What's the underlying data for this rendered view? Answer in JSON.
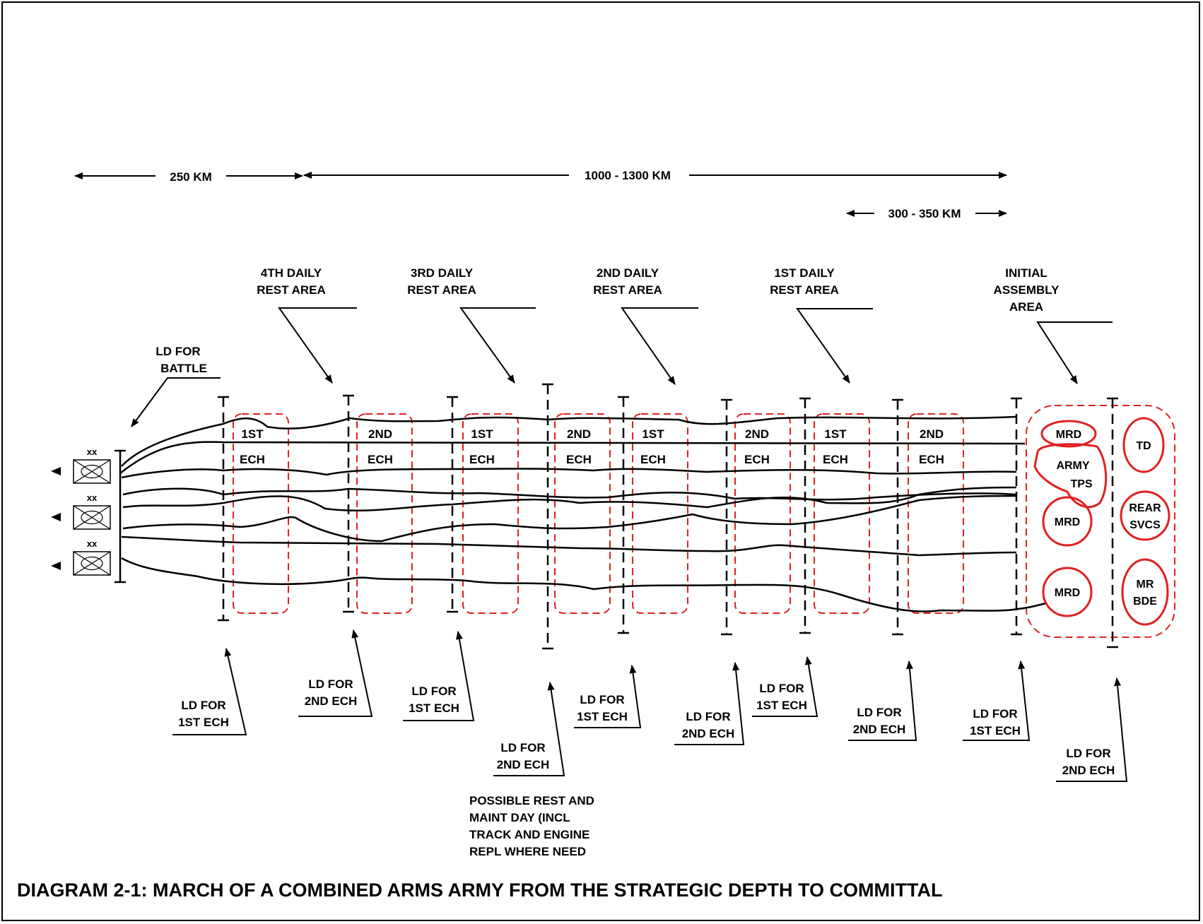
{
  "title": "DIAGRAM 2-1:  MARCH OF A COMBINED ARMS ARMY FROM THE STRATEGIC DEPTH TO COMMITTAL",
  "distances": {
    "d250": "250 KM",
    "d1000": "1000 - 1300 KM",
    "d300": "300 - 350 KM"
  },
  "rest_areas": [
    {
      "l1": "4TH DAILY",
      "l2": "REST AREA"
    },
    {
      "l1": "3RD DAILY",
      "l2": "REST AREA"
    },
    {
      "l1": "2ND DAILY",
      "l2": "REST AREA"
    },
    {
      "l1": "1ST DAILY",
      "l2": "REST AREA"
    }
  ],
  "assembly": {
    "l1": "INITIAL",
    "l2": "ASSEMBLY",
    "l3": "AREA"
  },
  "ld_battle": {
    "l1": "LD FOR",
    "l2": "BATTLE"
  },
  "echelons": [
    {
      "a": "1ST",
      "b": "ECH"
    },
    {
      "a": "2ND",
      "b": "ECH"
    },
    {
      "a": "1ST",
      "b": "ECH"
    },
    {
      "a": "2ND",
      "b": "ECH"
    },
    {
      "a": "1ST",
      "b": "ECH"
    },
    {
      "a": "2ND",
      "b": "ECH"
    },
    {
      "a": "1ST",
      "b": "ECH"
    },
    {
      "a": "2ND",
      "b": "ECH"
    }
  ],
  "ld_labels": [
    {
      "l1": "LD FOR",
      "l2": "1ST ECH"
    },
    {
      "l1": "LD FOR",
      "l2": "2ND ECH"
    },
    {
      "l1": "LD FOR",
      "l2": "1ST ECH"
    },
    {
      "l1": "LD FOR",
      "l2": "2ND ECH"
    },
    {
      "l1": "LD FOR",
      "l2": "1ST ECH"
    },
    {
      "l1": "LD FOR",
      "l2": "2ND ECH"
    },
    {
      "l1": "LD FOR",
      "l2": "1ST ECH"
    },
    {
      "l1": "LD FOR",
      "l2": "2ND ECH"
    },
    {
      "l1": "LD FOR",
      "l2": "1ST ECH"
    },
    {
      "l1": "LD FOR",
      "l2": "2ND ECH"
    }
  ],
  "note": [
    "POSSIBLE REST AND",
    "MAINT DAY (INCL",
    "TRACK AND ENGINE",
    "REPL WHERE NEED"
  ],
  "units": {
    "mrd": "MRD",
    "army": "ARMY",
    "tps": "TPS",
    "td": "TD",
    "rear": "REAR",
    "svcs": "SVCS",
    "mr": "MR",
    "bde": "BDE"
  },
  "division_mark": "xx",
  "colors": {
    "line": "#000000",
    "area": "#e02020"
  }
}
